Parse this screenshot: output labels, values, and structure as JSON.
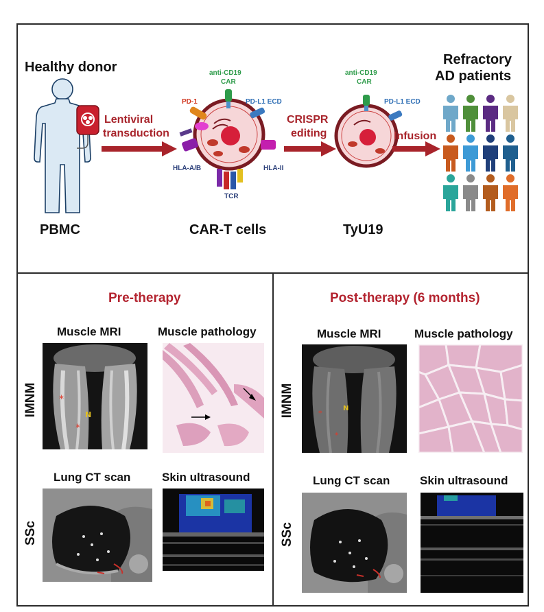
{
  "top_panel": {
    "healthy_donor": "Healthy donor",
    "pbmc": "PBMC",
    "step1_line1": "Lentiviral",
    "step1_line2": "transduction",
    "car_t_label": "CAR-T cells",
    "anti_cd19": "anti-CD19",
    "car": "CAR",
    "pd1": "PD-1",
    "pd_l1_ecd": "PD-L1 ECD",
    "hla_ab": "HLA-A/B",
    "hla_ii": "HLA-II",
    "tcr": "TCR",
    "step2_line1": "CRISPR",
    "step2_line2": "editing",
    "tyu19_label": "TyU19",
    "anti_cd19_b": "anti-CD19",
    "car_b": "CAR",
    "pd_l1_ecd_b": "PD-L1 ECD",
    "step3": "Infusion",
    "patients_line1": "Refractory",
    "patients_line2": "AD patients",
    "patient_colors": [
      "#6fa8c9",
      "#4f8f3a",
      "#5b2b82",
      "#d9c6a0",
      "#c85a1e",
      "#3d9ad6",
      "#1f3f7a",
      "#1f5f8f",
      "#2aa59a",
      "#8a8a8a",
      "#b35c1e",
      "#e06d2a"
    ]
  },
  "pre_panel": {
    "title": "Pre-therapy",
    "mri_label": "Muscle MRI",
    "pathology_label": "Muscle pathology",
    "row1_label": "IMNM",
    "ct_label": "Lung CT scan",
    "ultrasound_label": "Skin ultrasound",
    "row2_label": "SSc"
  },
  "post_panel": {
    "title": "Post-therapy (6 months)",
    "mri_label": "Muscle MRI",
    "pathology_label": "Muscle pathology",
    "row1_label": "IMNM",
    "ct_label": "Lung CT scan",
    "ultrasound_label": "Skin ultrasound",
    "row2_label": "SSc"
  },
  "colors": {
    "accent_red": "#b3232f",
    "arrow_red": "#a8242b",
    "car_green": "#2e9b4a",
    "pd_blue": "#2f6fb5"
  }
}
